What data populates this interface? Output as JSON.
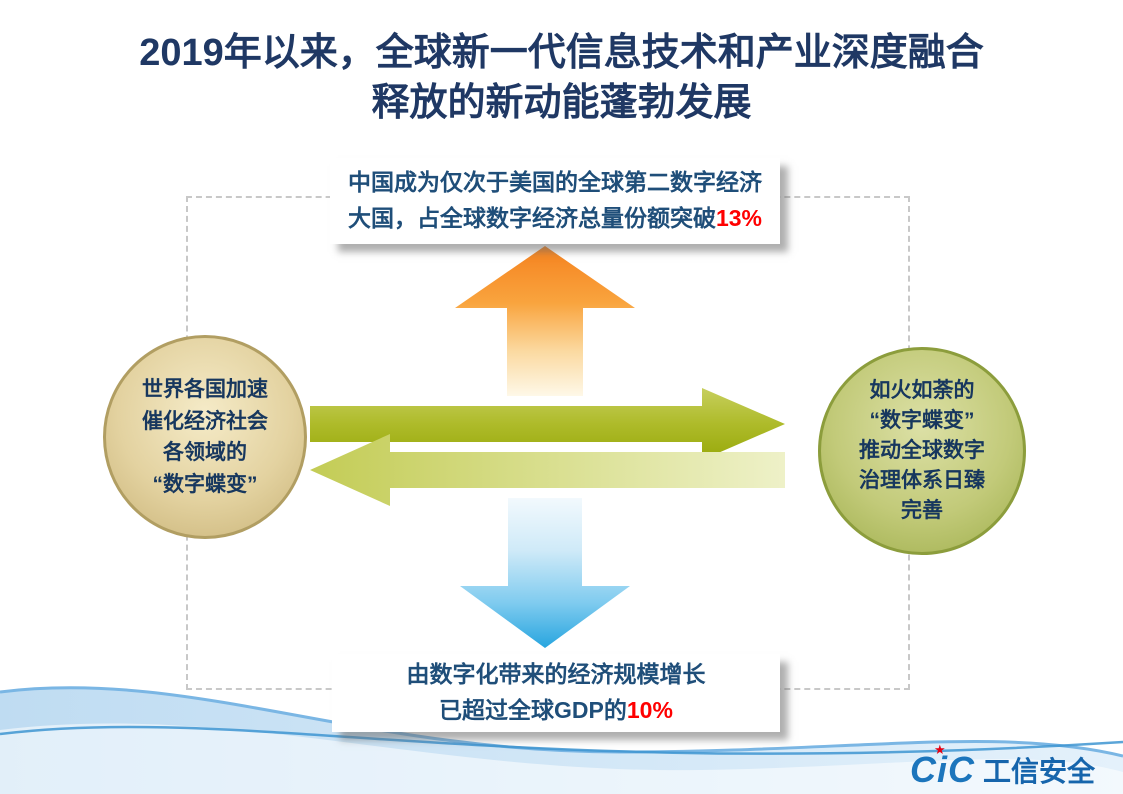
{
  "slide": {
    "title": {
      "line1": "2019年以来，全球新一代信息技术和产业深度融合",
      "line2": "释放的新动能蓬勃发展"
    }
  },
  "callouts": {
    "top": {
      "line1": "中国成为仅次于美国的全球第二数字经济",
      "line2_prefix": "大国，占全球数字经济总量份额突破",
      "line2_highlight": "13%"
    },
    "bottom": {
      "line1": "由数字化带来的经济规模增长",
      "line2_prefix": "已超过全球GDP的",
      "line2_highlight": "10%"
    }
  },
  "circles": {
    "left": {
      "line1": "世界各国加速",
      "line2": "催化经济社会",
      "line3": "各领域的",
      "line4": "“数字蝶变”"
    },
    "right": {
      "line1": "如火如荼的",
      "line2": "“数字蝶变”",
      "line3": "推动全球数字",
      "line4": "治理体系日臻",
      "line5": "完善"
    }
  },
  "logo": {
    "mark": "CiC",
    "star": "★",
    "name": "工信安全"
  },
  "colors": {
    "title_text": "#1F3864",
    "callout_text": "#1F4E79",
    "highlight_red": "#FF0000",
    "up_arrow_orange": "#F5821F",
    "down_arrow_blue": "#27A5DF",
    "right_arrow_olive": "#A2B31C",
    "left_arrow_light_olive": "#D8DE8C",
    "left_circle_gold": "#D8C48C",
    "right_circle_olive": "#ADBA5E",
    "dashed_frame_gray": "#C8C8C8",
    "wave_blue": "#3E95D1",
    "logo_blue": "#1C75BC",
    "star_red": "#E60012"
  }
}
